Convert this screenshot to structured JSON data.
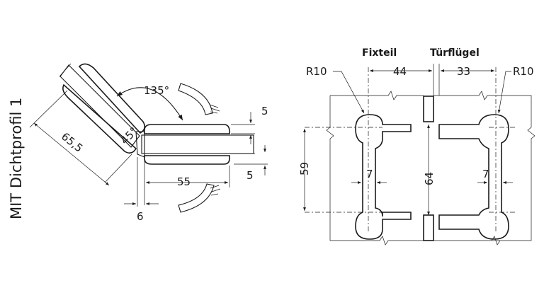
{
  "side_label": "MIT Dichtprofil 1",
  "left_view": {
    "angle_label": "135°",
    "inner_angle_label": "45°",
    "dimensions": {
      "diagonal_length": "65,5",
      "straight_length": "55",
      "offset_bottom": "6",
      "top_gap": "5",
      "bottom_gap": "5"
    }
  },
  "right_view": {
    "labels": {
      "left_part": "Fixteil",
      "right_part": "Türflügel"
    },
    "radius_left": "R10",
    "radius_right": "R10",
    "dimensions": {
      "left_width": "44",
      "right_width": "33",
      "height_left": "59",
      "height_center": "64",
      "inset_left": "7",
      "inset_right": "7"
    }
  }
}
